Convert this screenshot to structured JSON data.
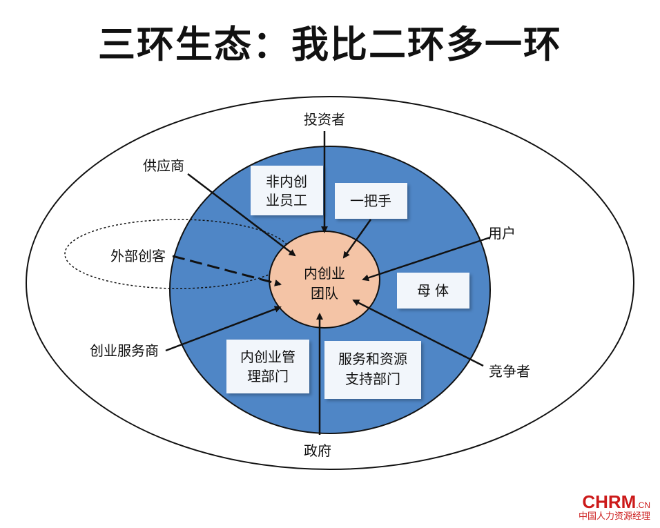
{
  "title": "三环生态：我比二环多一环",
  "core": {
    "line1": "内创业",
    "line2": "团队"
  },
  "inner_boxes": {
    "non_employees": {
      "line1": "非内创",
      "line2": "业员工"
    },
    "leader": {
      "line1": "一把手"
    },
    "parent": {
      "line1": "母 体"
    },
    "mgmt_dept": {
      "line1": "内创业管",
      "line2": "理部门"
    },
    "service_dept": {
      "line1": "服务和资源",
      "line2": "支持部门"
    }
  },
  "outer_labels": {
    "investor": "投资者",
    "supplier": "供应商",
    "user": "用户",
    "external": "外部创客",
    "service_provider": "创业服务商",
    "competitor": "竞争者",
    "government": "政府"
  },
  "logo": {
    "main": "CHRM",
    "suffix": ".CN",
    "sub": "中国人力资源经理"
  },
  "colors": {
    "blue_ring": "#4f86c6",
    "core_fill": "#f4c4a6",
    "box_fill": "#f2f6fb",
    "outline": "#111111"
  }
}
